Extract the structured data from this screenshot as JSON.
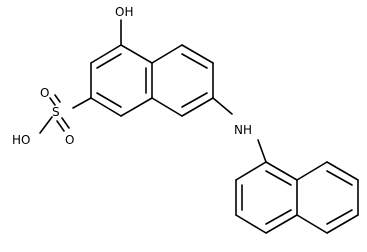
{
  "molecule": {
    "atoms": {
      "hydroxyl_top": "OH",
      "sulfonyl_o_top": "O",
      "sulfur": "S",
      "sulfonic_oh": "HO",
      "sulfonyl_o_bottom": "O",
      "amine": "NH"
    },
    "colors": {
      "bond": "#000000",
      "label": "#000000",
      "background": "#ffffff"
    }
  }
}
